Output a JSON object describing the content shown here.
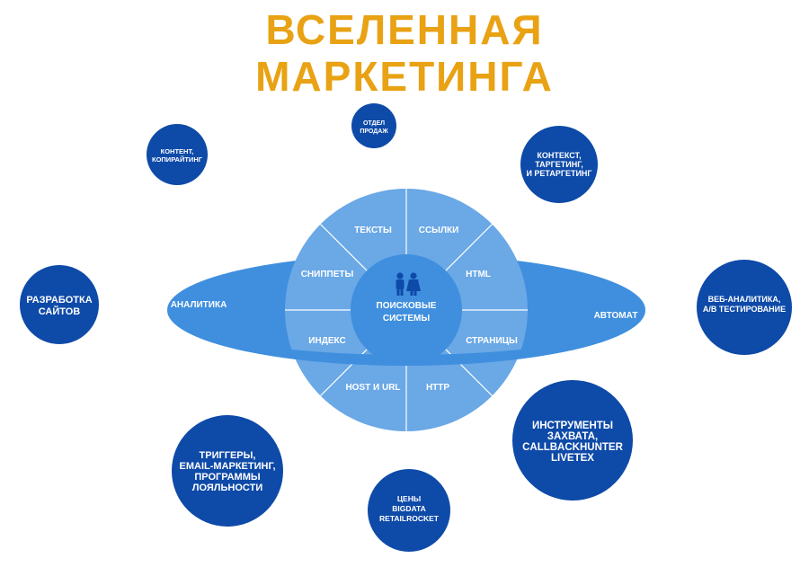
{
  "title": {
    "line1": "ВСЕЛЕННАЯ",
    "line2": "МАРКЕТИНГА"
  },
  "colors": {
    "title": "#e8a213",
    "planet_dark": "#0e4aa8",
    "sphere": "#6aa8e6",
    "core": "#3f8fde",
    "ring": "#3f8fde",
    "icon": "#0e4aa8"
  },
  "center": {
    "icon": "people-icon",
    "label_lines": [
      "ПОИСКОВЫЕ",
      "СИСТЕМЫ"
    ]
  },
  "sphere_segments": [
    "ТЕКСТЫ",
    "ССЫЛКИ",
    "HTML",
    "СТРАНИЦЫ",
    "HTTP",
    "HOST И URL",
    "ИНДЕКС",
    "СНИППЕТЫ"
  ],
  "ring_labels": {
    "left": "АНАЛИТИКА",
    "right": "АВТОМАТ"
  },
  "planets": [
    {
      "id": "sales",
      "lines": [
        "ОТДЕЛ",
        "ПРОДАЖ"
      ]
    },
    {
      "id": "content",
      "lines": [
        "КОНТЕНТ,",
        "КОПИРАЙТИНГ"
      ]
    },
    {
      "id": "context",
      "lines": [
        "КОНТЕКСТ,",
        "ТАРГЕТИНГ,",
        "И РЕТАРГЕТИНГ"
      ]
    },
    {
      "id": "dev",
      "lines": [
        "РАЗРАБОТКА",
        "САЙТОВ"
      ]
    },
    {
      "id": "webanalytics",
      "lines": [
        "ВЕБ-АНАЛИТИКА,",
        "A/B ТЕСТИРОВАНИЕ"
      ]
    },
    {
      "id": "triggers",
      "lines": [
        "ТРИГГЕРЫ,",
        "EMAIL-МАРКЕТИНГ,",
        "ПРОГРАММЫ",
        "ЛОЯЛЬНОСТИ"
      ]
    },
    {
      "id": "prices",
      "lines": [
        "ЦЕНЫ",
        "BIGDATA",
        "RETAILROCKET"
      ]
    },
    {
      "id": "capture",
      "lines": [
        "ИНСТРУМЕНТЫ",
        "ЗАХВАТА,",
        "CALLBACKHUNTER",
        "LIVETEX"
      ]
    }
  ]
}
